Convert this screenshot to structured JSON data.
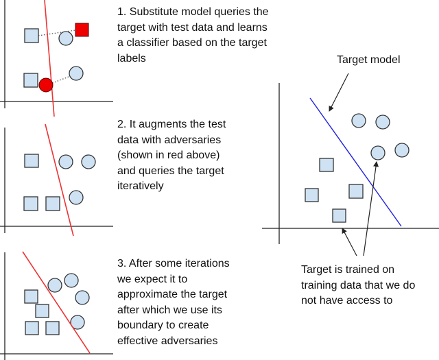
{
  "captions": {
    "step1": "1. Substitute model queries the\ntarget with test data and learns\na classifier based on the target\nlabels",
    "step2": "2. It augments the test\ndata with adversaries\n(shown in red above)\nand queries the target\niteratively",
    "step3": "3. After some iterations\nwe expect it to\napproximate the target\nafter which we use its\nboundary to create\neffective adversaries",
    "target_model": "Target model",
    "target_trained": "Target is trained on\ntraining data that we do\nnot have access to"
  },
  "colors": {
    "point_fill": "#cfe2f3",
    "point_stroke": "#333333",
    "adversary": "#ee0000",
    "substitute_boundary": "#ee3333",
    "target_boundary": "#2222dd",
    "axis": "#222222"
  }
}
